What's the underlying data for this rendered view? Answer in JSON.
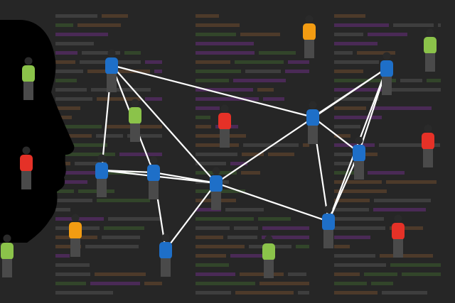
{
  "colors": {
    "background": "#262626",
    "code_line_gray": "#3e3e3e",
    "code_line_brown": "#4d3a2a",
    "code_line_purple": "#4a2a56",
    "code_line_green": "#32452a",
    "silhouette": "#000000",
    "edge": "#ffffff",
    "person_blue": "#1e6fc8",
    "person_green": "#8bc34a",
    "person_red": "#e53127",
    "person_orange": "#f39c12",
    "person_legs": "#4a4a4a",
    "person_head": "#2a2a2a"
  },
  "network": {
    "nodes": [
      {
        "id": "n1",
        "color": "blue"
      },
      {
        "id": "n2",
        "color": "blue"
      },
      {
        "id": "n3",
        "color": "blue"
      },
      {
        "id": "n4",
        "color": "blue"
      },
      {
        "id": "n5",
        "color": "blue"
      },
      {
        "id": "n6",
        "color": "blue"
      },
      {
        "id": "n7",
        "color": "blue"
      },
      {
        "id": "n8",
        "color": "blue"
      },
      {
        "id": "n9",
        "color": "blue"
      },
      {
        "id": "n10",
        "color": "blue"
      }
    ],
    "edges": [
      [
        "n1",
        "n2"
      ],
      [
        "n1",
        "n3"
      ],
      [
        "n1",
        "n4"
      ],
      [
        "n1",
        "n5"
      ],
      [
        "n2",
        "n3"
      ],
      [
        "n3",
        "n7"
      ],
      [
        "n3",
        "n4"
      ],
      [
        "n4",
        "n6"
      ],
      [
        "n4",
        "n10"
      ],
      [
        "n4",
        "n8"
      ],
      [
        "n5",
        "n9"
      ],
      [
        "n5",
        "n8"
      ],
      [
        "n5",
        "n10"
      ],
      [
        "n8",
        "n9"
      ],
      [
        "n9",
        "n10"
      ],
      [
        "n8",
        "n10"
      ],
      [
        "n2",
        "n4"
      ]
    ]
  },
  "bystanders": [
    {
      "id": "b1",
      "color": "green"
    },
    {
      "id": "b2",
      "color": "red"
    },
    {
      "id": "b3",
      "color": "green"
    },
    {
      "id": "b4",
      "color": "orange"
    },
    {
      "id": "b5",
      "color": "green"
    },
    {
      "id": "b6",
      "color": "red"
    },
    {
      "id": "b7",
      "color": "orange"
    },
    {
      "id": "b8",
      "color": "green"
    },
    {
      "id": "b9",
      "color": "red"
    },
    {
      "id": "b10",
      "color": "red"
    },
    {
      "id": "b11",
      "color": "green"
    }
  ]
}
